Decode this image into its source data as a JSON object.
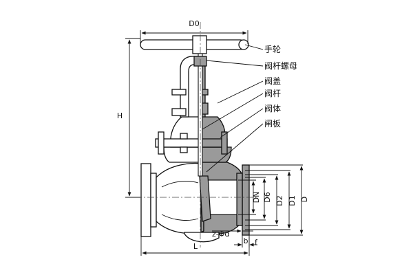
{
  "dimensions": {
    "d0": "D0",
    "h": "H",
    "l": "L",
    "dn": "DN",
    "d6": "D6",
    "d2": "D2",
    "d1": "D1",
    "d": "D",
    "z_phi_d": "z-Φd",
    "b": "b",
    "f": "f"
  },
  "parts": {
    "handwheel": "手轮",
    "stem_nut": "阀杆螺母",
    "bonnet": "阀盖",
    "stem": "阀杆",
    "body": "阀体",
    "gate": "闸板"
  }
}
